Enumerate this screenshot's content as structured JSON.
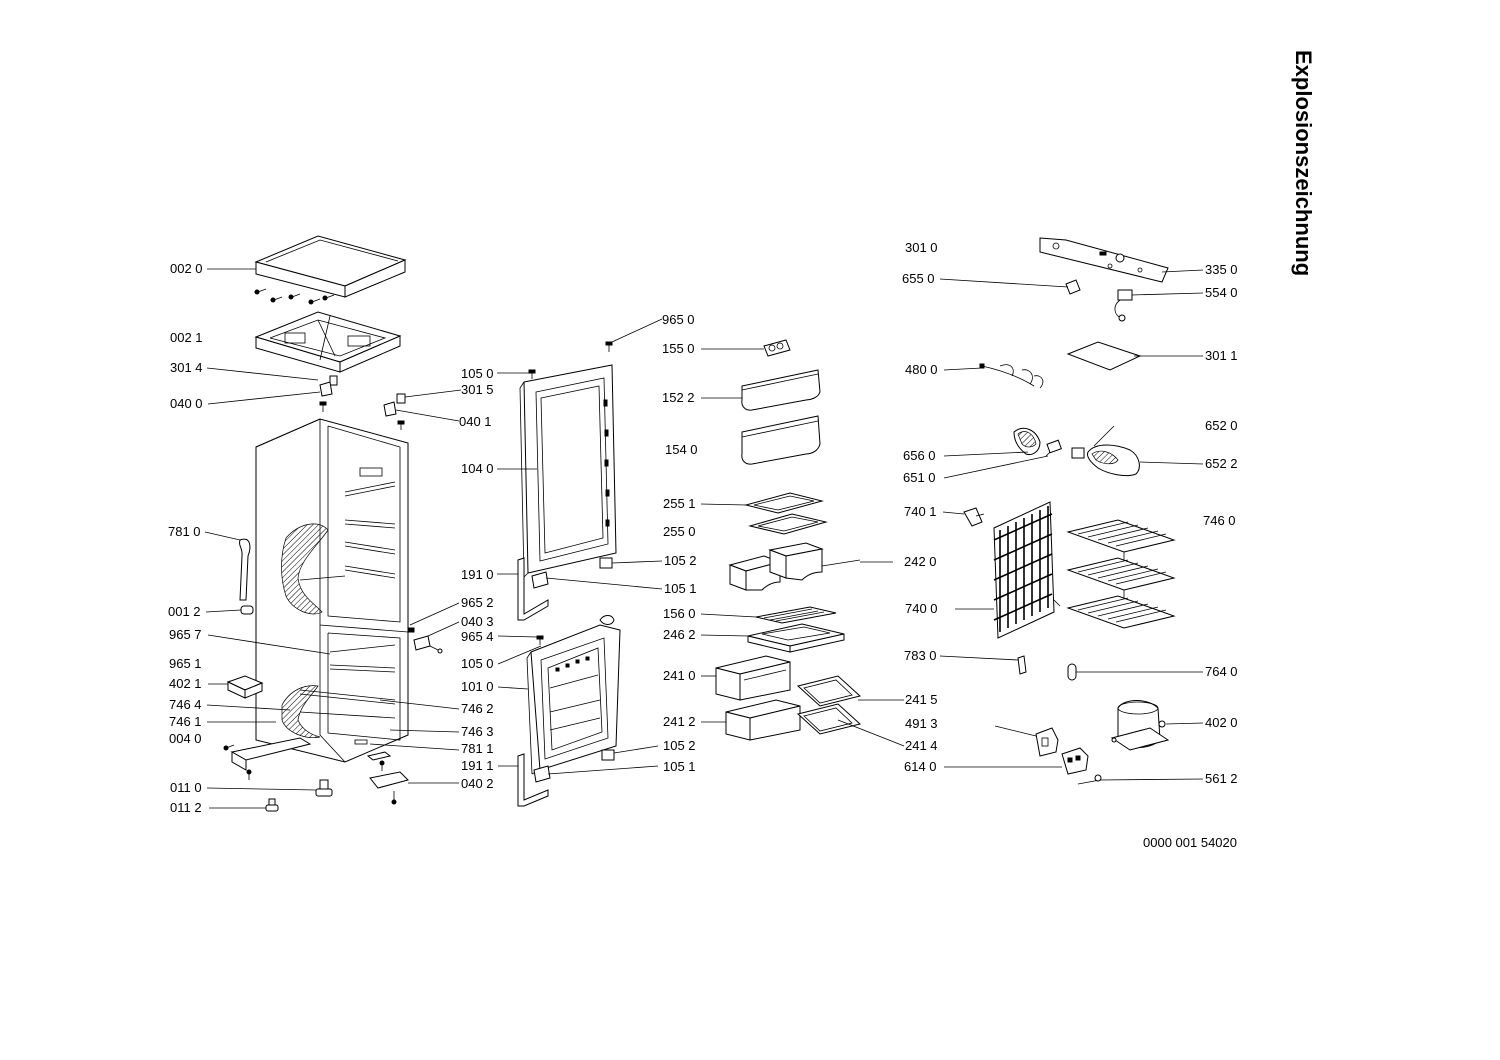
{
  "title": "Explosionszeichnung",
  "document_number": "0000 001 54020",
  "part_labels": {
    "p0020": "002 0",
    "p0021": "002 1",
    "p3014": "301 4",
    "p0400": "040 0",
    "p3015": "301 5",
    "p0401": "040 1",
    "p7810": "781 0",
    "p0012": "001 2",
    "p9657": "965 7",
    "p9651": "965 1",
    "p4021": "402 1",
    "p7464": "746 4",
    "p7461": "746 1",
    "p0040": "004 0",
    "p0110": "011 0",
    "p0112": "011 2",
    "p9652": "965 2",
    "p0403": "040 3",
    "p9654": "965 4",
    "p7462": "746 2",
    "p7463": "746 3",
    "p7811": "781 1",
    "p1911b": "191 1",
    "p0402": "040 2",
    "p9650": "965 0",
    "p1050a": "105 0",
    "p1040": "104 0",
    "p1910": "191 0",
    "p1052a": "105 2",
    "p1051a": "105 1",
    "p1050b": "105 0",
    "p1010": "101 0",
    "p1052b": "105 2",
    "p1051b": "105 1",
    "p1550": "155 0",
    "p1522": "152 2",
    "p1540": "154 0",
    "p2551": "255 1",
    "p2550": "255 0",
    "p2420": "242 0",
    "p1560": "156 0",
    "p2462": "246 2",
    "p2410": "241 0",
    "p2415": "241 5",
    "p2412": "241 2",
    "p2414": "241 4",
    "p3010": "301 0",
    "p6550": "655 0",
    "p3350": "335 0",
    "p5540": "554 0",
    "p3011": "301 1",
    "p4800": "480 0",
    "p6520": "652 0",
    "p6560": "656 0",
    "p6522": "652 2",
    "p6510": "651 0",
    "p7401": "740 1",
    "p7460": "746 0",
    "p7400": "740 0",
    "p7830": "783 0",
    "p7640": "764 0",
    "p4913": "491 3",
    "p4020": "402 0",
    "p6140": "614 0",
    "p5612": "561 2"
  }
}
